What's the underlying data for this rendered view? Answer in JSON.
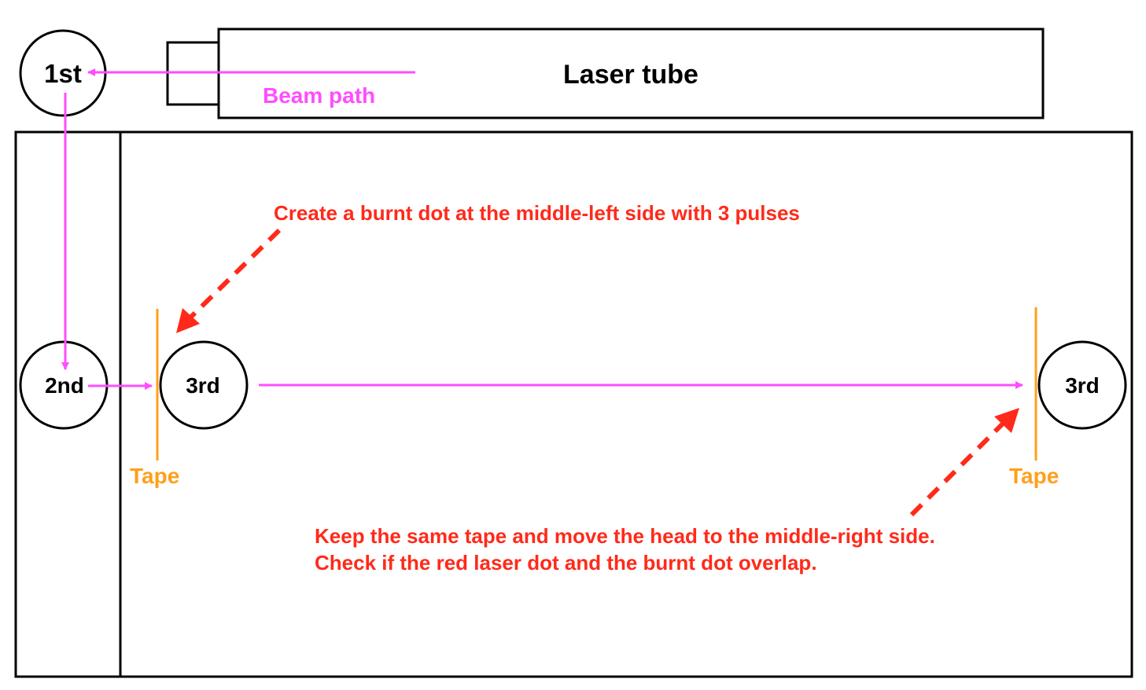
{
  "colors": {
    "outline": "#000000",
    "beam": "#ff4dff",
    "tape": "#ff9f1c",
    "note": "#ff2a1a",
    "background": "#ffffff"
  },
  "laser_tube": {
    "label": "Laser tube"
  },
  "beam_path": {
    "label": "Beam path"
  },
  "mirrors": {
    "first": "1st",
    "second": "2nd",
    "third_left": "3rd",
    "third_right": "3rd"
  },
  "tapes": {
    "left": "Tape",
    "right": "Tape"
  },
  "notes": {
    "step_left": "Create a burnt dot at the middle-left side with 3 pulses",
    "step_right_line1": "Keep the same tape and move the head to the middle-right side.",
    "step_right_line2": "Check if the red laser dot and the burnt dot overlap."
  }
}
